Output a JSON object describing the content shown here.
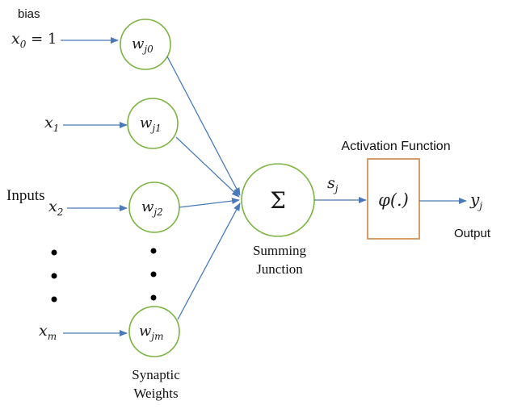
{
  "labels": {
    "bias": "bias",
    "inputs": "Inputs",
    "synaptic": "Synaptic",
    "weights": "Weights",
    "summing": "Summing",
    "junction": "Junction",
    "activation_title": "Activation Function",
    "output": "Output"
  },
  "inputs": [
    {
      "var": "x",
      "sub": "0",
      "suffix": " = 1",
      "weight_var": "w",
      "weight_sub": "j0"
    },
    {
      "var": "x",
      "sub": "1",
      "suffix": "",
      "weight_var": "w",
      "weight_sub": "j1"
    },
    {
      "var": "x",
      "sub": "2",
      "suffix": "",
      "weight_var": "w",
      "weight_sub": "j2"
    },
    {
      "var": "x",
      "sub": "m",
      "suffix": "",
      "weight_var": "w",
      "weight_sub": "jm"
    }
  ],
  "summing_symbol": "Σ",
  "sum_output": {
    "var": "s",
    "sub": "j"
  },
  "activation_symbol": "φ(.)",
  "output_var": {
    "var": "y",
    "sub": "j"
  },
  "colors": {
    "circle_stroke": "#7cb342",
    "box_stroke": "#d4915a",
    "arrow": "#4a7ab8",
    "text": "#111111"
  }
}
